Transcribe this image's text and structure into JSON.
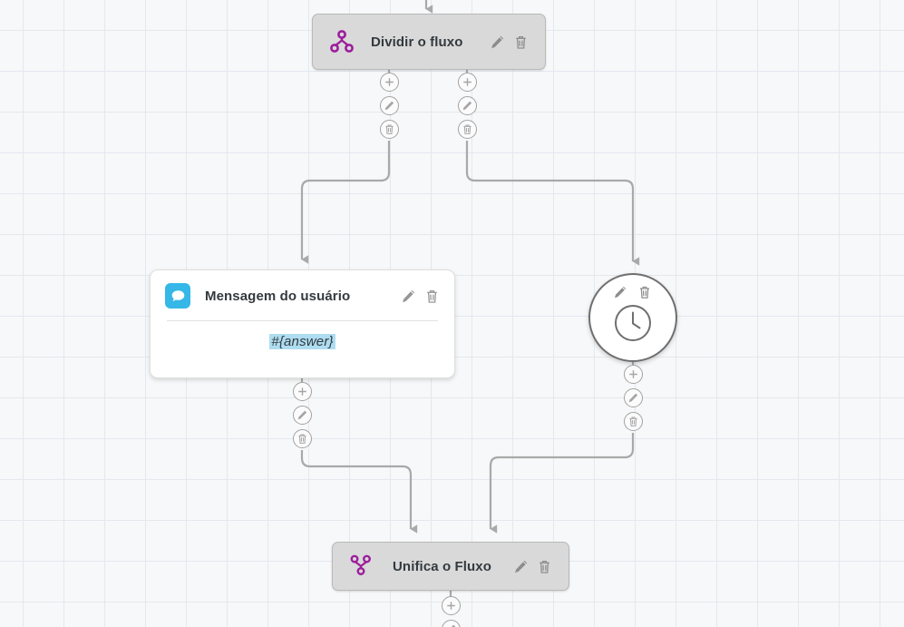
{
  "canvas": {
    "background_color": "#f7f8f9",
    "grid_color": "#e3e8f0",
    "edge_color": "#a3a3a3"
  },
  "nodes": {
    "split": {
      "title": "Dividir o fluxo",
      "icon": "split-flow-icon",
      "icon_color": "#9c1d9c",
      "edit_label": "Editar",
      "delete_label": "Excluir"
    },
    "message": {
      "title": "Mensagem do usuário",
      "icon": "chat-bubble-icon",
      "icon_bg": "#35b7e8",
      "body_token": "#{answer}",
      "token_bg": "#aedcf0",
      "edit_label": "Editar",
      "delete_label": "Excluir"
    },
    "timer": {
      "icon": "clock-icon",
      "edit_label": "Editar",
      "delete_label": "Excluir"
    },
    "merge": {
      "title": "Unifica o Fluxo",
      "icon": "merge-flow-icon",
      "icon_color": "#9c1d9c",
      "edit_label": "Editar",
      "delete_label": "Excluir"
    }
  },
  "connectors": {
    "add_label": "+",
    "edit_label": "Editar conexão",
    "delete_label": "Excluir conexão"
  }
}
